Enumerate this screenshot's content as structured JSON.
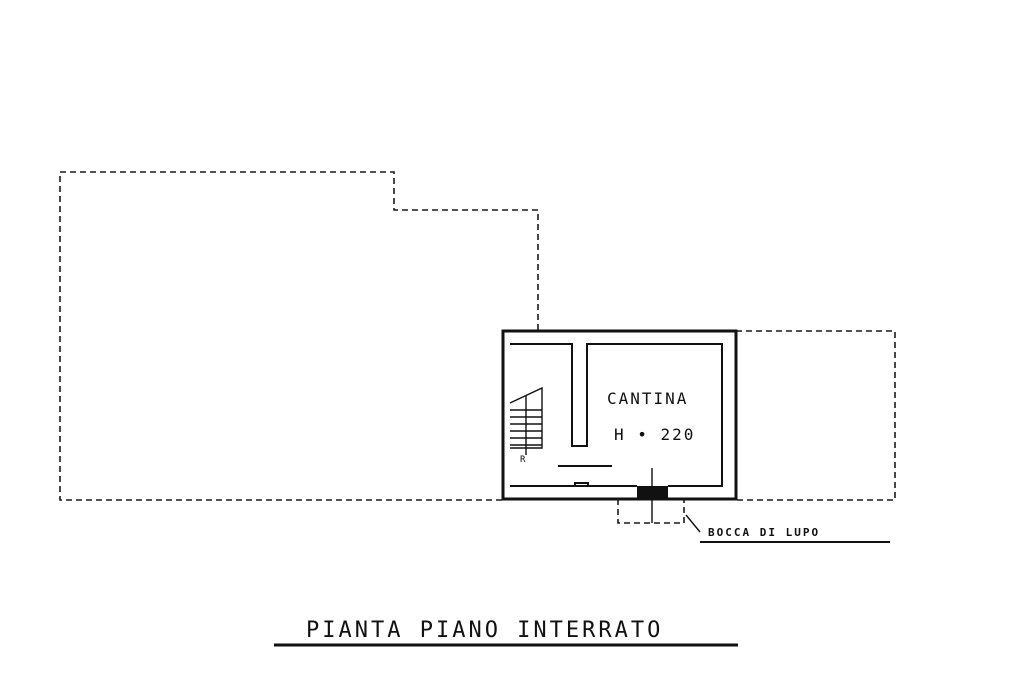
{
  "plan": {
    "title": "PIANTA PIANO INTERRATO",
    "room": {
      "name": "CANTINA",
      "height": "H • 220"
    },
    "window_note": "BOCCA DI LUPO",
    "stair_mark": "R"
  },
  "colors": {
    "ink": "#111111",
    "paper": "#ffffff"
  }
}
